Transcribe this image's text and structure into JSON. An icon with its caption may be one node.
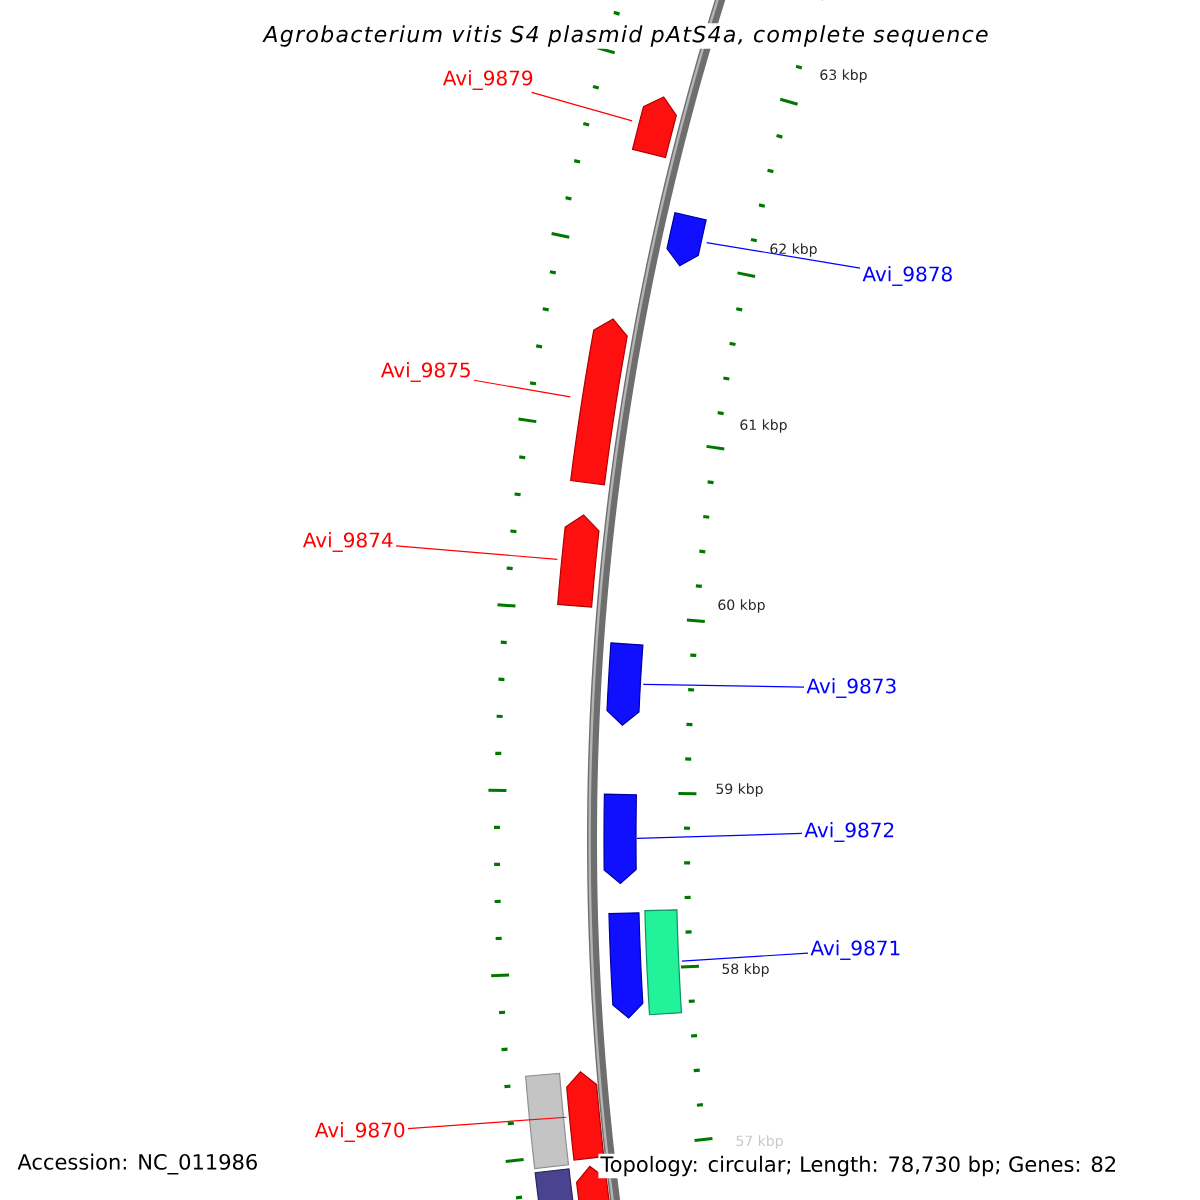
{
  "diagram": {
    "title": "Agrobacterium vitis S4 plasmid pAtS4a, complete sequence",
    "nodes": [
      {
        "text": [
          "Avi_9879"
        ]
      },
      {
        "text": [],
        "shape": "bar"
      },
      {
        "text": [],
        "shape": "bar"
      },
      {
        "text": [
          "Avi_9878"
        ]
      },
      {
        "text": [
          "Avi_9875"
        ]
      },
      {
        "text": [],
        "shape": "bar"
      },
      {
        "text": [
          "Avi_9874"
        ]
      },
      {
        "text": [],
        "shape": "bar"
      },
      {
        "text": [],
        "shape": "bar"
      },
      {
        "text": [
          "Avi_9873"
        ]
      },
      {
        "text": [],
        "shape": "bar"
      },
      {
        "text": [
          "Avi_9872"
        ]
      },
      {
        "text": [],
        "shape": "bar"
      },
      {
        "text": [],
        "shape": "bar"
      },
      {
        "text": [
          "Avi_9871"
        ]
      },
      {
        "text": [
          "Avi_9870"
        ]
      },
      {
        "text": [],
        "shape": "bar"
      },
      {
        "text": [],
        "shape": "bar"
      },
      {
        "text": [],
        "shape": "bar"
      },
      {
        "text": [],
        "shape": "bar"
      }
    ],
    "edges": [
      {
        "from": 0,
        "to": 1,
        "arrow": "none",
        "color": "#ff0000"
      },
      {
        "from": 3,
        "to": 2,
        "arrow": "none",
        "color": "#0000ff"
      },
      {
        "from": 4,
        "to": 5,
        "arrow": "none",
        "color": "#ff0000"
      },
      {
        "from": 6,
        "to": 7,
        "arrow": "none",
        "color": "#ff0000"
      },
      {
        "from": 9,
        "to": 8,
        "arrow": "none",
        "color": "#0000ff"
      },
      {
        "from": 11,
        "to": 10,
        "arrow": "none",
        "color": "#0000ff"
      },
      {
        "from": 14,
        "to": 13,
        "arrow": "none",
        "color": "#0000ff"
      },
      {
        "from": 15,
        "to": 17,
        "arrow": "none",
        "color": "#ff0000"
      }
    ],
    "labels": [
      "63 kbp",
      "62 kbp",
      "61 kbp",
      "60 kbp",
      "59 kbp",
      "58 kbp",
      "57 kbp",
      "Accession: NC_011986",
      "Topology: circular; Length: 78,730 bp; Genes: 82"
    ]
  }
}
